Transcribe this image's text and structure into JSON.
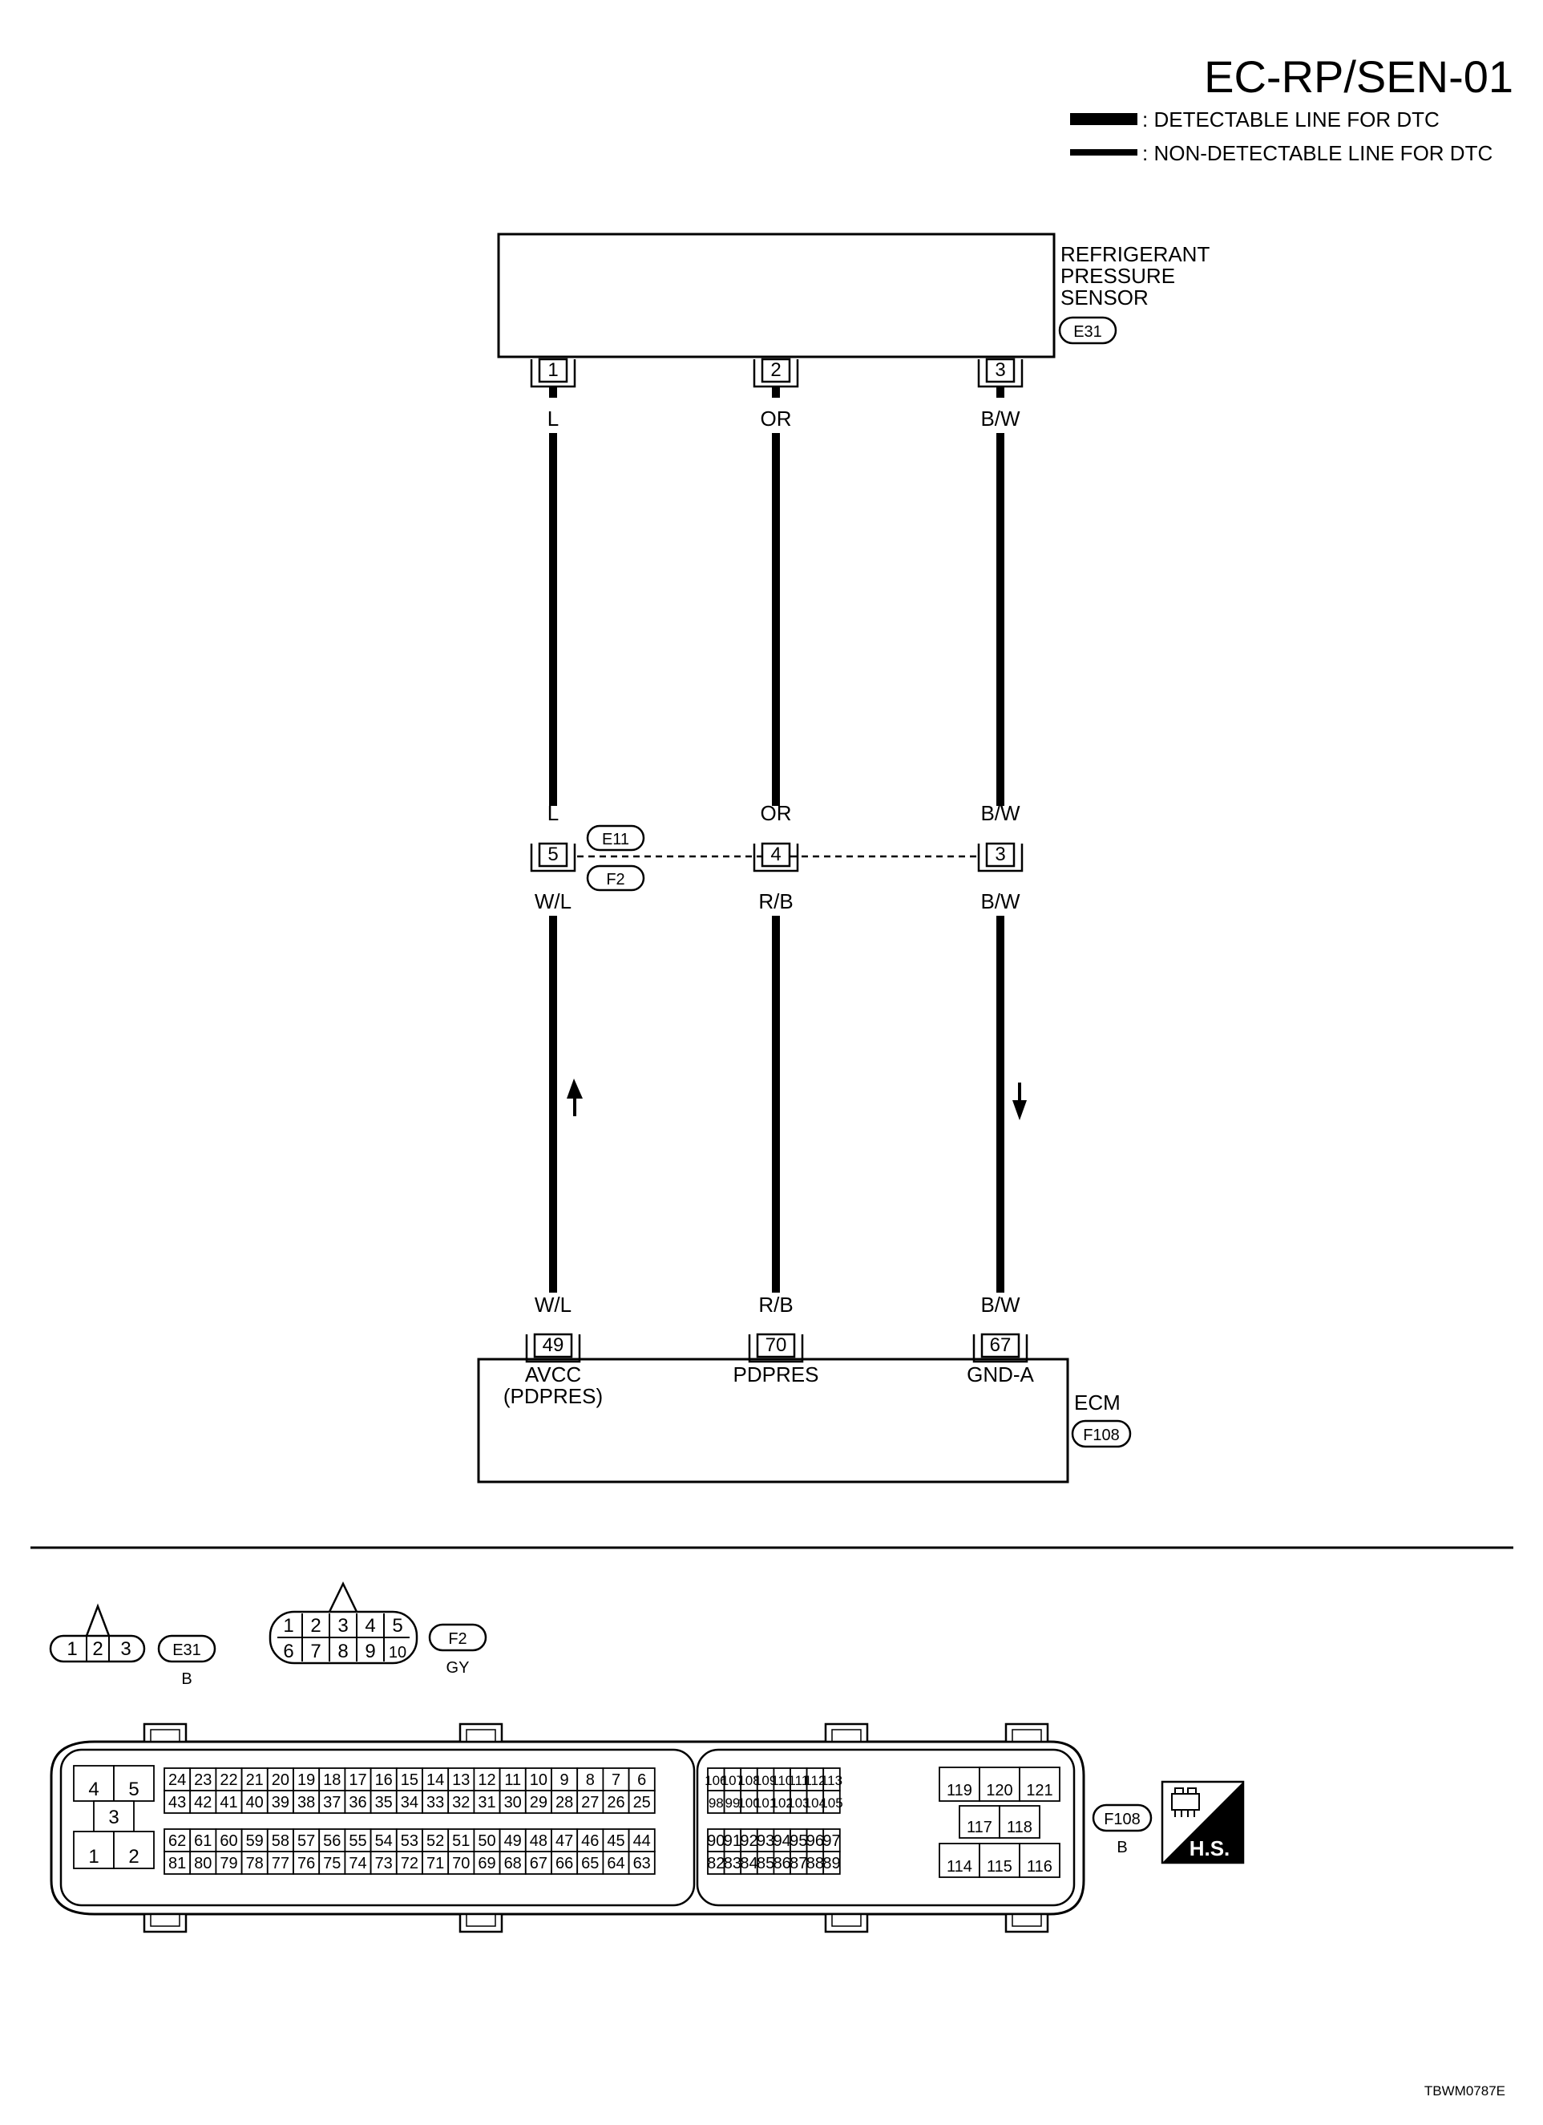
{
  "diagram": {
    "title": "EC-RP/SEN-01",
    "legend": {
      "detectable": ": DETECTABLE LINE FOR DTC",
      "non_detectable": ": NON-DETECTABLE LINE FOR DTC"
    },
    "sensor": {
      "name_lines": [
        "REFRIGERANT",
        "PRESSURE",
        "SENSOR"
      ],
      "connector": "E31",
      "pins": [
        "1",
        "2",
        "3"
      ],
      "wire_colors": [
        "L",
        "OR",
        "B/W"
      ]
    },
    "joint": {
      "connectors": [
        "E11",
        "F2"
      ],
      "pins": [
        "5",
        "4",
        "3"
      ],
      "upper_colors": [
        "L",
        "OR",
        "B/W"
      ],
      "lower_colors": [
        "W/L",
        "R/B",
        "B/W"
      ]
    },
    "ecm": {
      "name": "ECM",
      "connector": "F108",
      "pins": [
        "49",
        "70",
        "67"
      ],
      "wire_colors": [
        "W/L",
        "R/B",
        "B/W"
      ],
      "terminal_labels": [
        [
          "AVCC",
          "(PDPRES)"
        ],
        [
          "PDPRES"
        ],
        [
          "GND-A"
        ]
      ]
    },
    "connector_views": {
      "e31": {
        "pins": [
          "1",
          "2",
          "3"
        ],
        "name": "E31",
        "color": "B"
      },
      "f2": {
        "top": [
          "1",
          "2",
          "3",
          "4",
          "5"
        ],
        "bottom": [
          "6",
          "7",
          "8",
          "9",
          "10"
        ],
        "name": "F2",
        "color": "GY"
      },
      "f108": {
        "name": "F108",
        "color": "B",
        "left_block": {
          "top": [
            "4",
            "5"
          ],
          "middle": "3",
          "bottom": [
            "1",
            "2"
          ]
        },
        "left_rows": [
          [
            "24",
            "23",
            "22",
            "21",
            "20",
            "19",
            "18",
            "17",
            "16",
            "15",
            "14",
            "13",
            "12",
            "11",
            "10",
            "9",
            "8",
            "7",
            "6"
          ],
          [
            "43",
            "42",
            "41",
            "40",
            "39",
            "38",
            "37",
            "36",
            "35",
            "34",
            "33",
            "32",
            "31",
            "30",
            "29",
            "28",
            "27",
            "26",
            "25"
          ],
          [
            "62",
            "61",
            "60",
            "59",
            "58",
            "57",
            "56",
            "55",
            "54",
            "53",
            "52",
            "51",
            "50",
            "49",
            "48",
            "47",
            "46",
            "45",
            "44"
          ],
          [
            "81",
            "80",
            "79",
            "78",
            "77",
            "76",
            "75",
            "74",
            "73",
            "72",
            "71",
            "70",
            "69",
            "68",
            "67",
            "66",
            "65",
            "64",
            "63"
          ]
        ],
        "mid_rows": [
          [
            "106",
            "107",
            "108",
            "109",
            "110",
            "111",
            "112",
            "113"
          ],
          [
            "98",
            "99",
            "100",
            "101",
            "102",
            "103",
            "104",
            "105"
          ],
          [
            "90",
            "91",
            "92",
            "93",
            "94",
            "95",
            "96",
            "97"
          ],
          [
            "82",
            "83",
            "84",
            "85",
            "86",
            "87",
            "88",
            "89"
          ]
        ],
        "right_block": {
          "top": [
            "119",
            "120",
            "121"
          ],
          "middle": [
            "117",
            "118"
          ],
          "bottom": [
            "114",
            "115",
            "116"
          ]
        }
      }
    },
    "hs_label": "H.S.",
    "ref_code": "TBWM0787E"
  }
}
